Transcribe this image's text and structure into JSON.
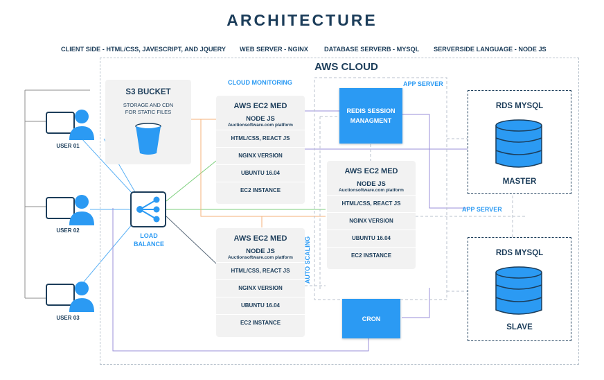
{
  "title": "ARCHITECTURE",
  "tech_stack": [
    "CLIENT SIDE - HTML/CSS, JAVESCRIPT, AND JQUERY",
    "WEB SERVER - NGINX",
    "DATABASE SERVERB - MYSQL",
    "SERVERSIDE LANGUAGE - NODE JS"
  ],
  "aws_cloud": "AWS CLOUD",
  "cloud_monitoring": "CLOUD MONITORING",
  "app_server_top": "APP SERVER",
  "app_server_mid": "APP SERVER",
  "auto_scaling": "AUTO SCALING",
  "users": [
    "USER 01",
    "USER 02",
    "USER 03"
  ],
  "load_balance": [
    "LOAD",
    "BALANCE"
  ],
  "s3": {
    "title": "S3 BUCKET",
    "desc_line1": "STORAGE AND CDN",
    "desc_line2": "FOR STATIC FILES"
  },
  "ec2_cards": [
    {
      "title": "AWS EC2 MED",
      "nodejs": "NODE JS",
      "platform": "Auctionsoftware.com platform",
      "rows": [
        "HTML/CSS, REACT JS",
        "NGINX VERSION",
        "UBUNTU 16.04",
        "EC2 INSTANCE"
      ]
    },
    {
      "title": "AWS EC2 MED",
      "nodejs": "NODE JS",
      "platform": "Auctionsoftware.com platform",
      "rows": [
        "HTML/CSS, REACT JS",
        "NGINX VERSION",
        "UBUNTU 16.04",
        "EC2 INSTANCE"
      ]
    },
    {
      "title": "AWS EC2 MED",
      "nodejs": "NODE JS",
      "platform": "Auctionsoftware.com platform",
      "rows": [
        "HTML/CSS, REACT JS",
        "NGINX VERSION",
        "UBUNTU 16.04",
        "EC2 INSTANCE"
      ]
    }
  ],
  "redis": {
    "line1": "REDIS SESSION",
    "line2": "MANAGMENT"
  },
  "cron": "CRON",
  "rds_master": {
    "title": "RDS MYSQL",
    "role": "MASTER"
  },
  "rds_slave": {
    "title": "RDS MYSQL",
    "role": "SLAVE"
  },
  "colors": {
    "accent_blue": "#2b9af3",
    "navy": "#1c3d5a",
    "orange_line": "#f5b27a",
    "green_line": "#7ccf7c",
    "purple_line": "#9a8fd8"
  }
}
